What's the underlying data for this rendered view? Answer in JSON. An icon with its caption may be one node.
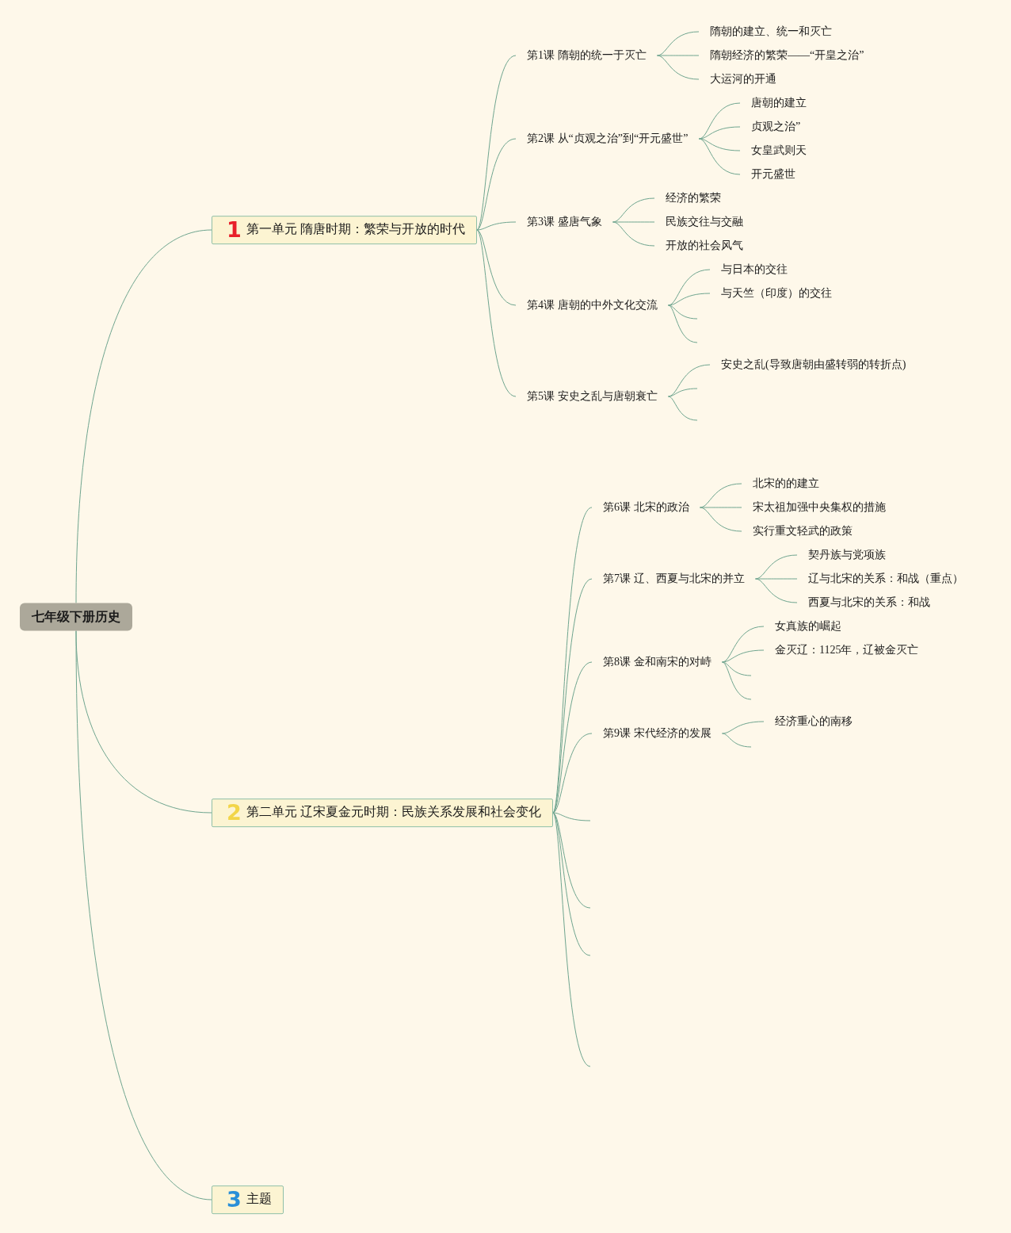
{
  "diagram": {
    "nodes": [
      {
        "text": [
          "七年级下册历史"
        ]
      },
      {
        "text": [
          "1",
          "第一单元 隋唐时期：繁荣与开放的时代"
        ]
      },
      {
        "text": [
          "第1课 隋朝的统一于灭亡"
        ]
      },
      {
        "text": [
          "隋朝的建立、统一和灭亡"
        ]
      },
      {
        "text": [
          "隋朝经济的繁荣——“开皇之治”"
        ]
      },
      {
        "text": [
          "大运河的开通"
        ]
      },
      {
        "text": [
          "第2课 从“贞观之治”到“开元盛世”"
        ]
      },
      {
        "text": [
          "唐朝的建立"
        ]
      },
      {
        "text": [
          "贞观之治”"
        ]
      },
      {
        "text": [
          "女皇武则天"
        ]
      },
      {
        "text": [
          "开元盛世"
        ]
      },
      {
        "text": [
          "第3课 盛唐气象"
        ]
      },
      {
        "text": [
          "经济的繁荣"
        ]
      },
      {
        "text": [
          "民族交往与交融"
        ]
      },
      {
        "text": [
          "开放的社会风气"
        ]
      },
      {
        "text": [
          "第4课 唐朝的中外文化交流"
        ]
      },
      {
        "text": [
          "与日本的交往"
        ]
      },
      {
        "text": [
          "与天竺（印度）的交往"
        ]
      },
      {
        "text": [
          "第5课 安史之乱与唐朝衰亡"
        ]
      },
      {
        "text": [
          "安史之乱(导致唐朝由盛转弱的转折点)"
        ]
      },
      {
        "text": [
          "2",
          "第二单元 辽宋夏金元时期：民族关系发展和社会变化"
        ]
      },
      {
        "text": [
          "第6课 北宋的政治"
        ]
      },
      {
        "text": [
          "北宋的的建立"
        ]
      },
      {
        "text": [
          "宋太祖加强中央集权的措施"
        ]
      },
      {
        "text": [
          "实行重文轻武的政策"
        ]
      },
      {
        "text": [
          "第7课 辽、西夏与北宋的并立"
        ]
      },
      {
        "text": [
          "契丹族与党项族"
        ]
      },
      {
        "text": [
          "辽与北宋的关系：和战（重点）"
        ]
      },
      {
        "text": [
          "西夏与北宋的关系：和战"
        ]
      },
      {
        "text": [
          "第8课 金和南宋的对峙"
        ]
      },
      {
        "text": [
          "女真族的崛起"
        ]
      },
      {
        "text": [
          "金灭辽：1125年，辽被金灭亡"
        ]
      },
      {
        "text": [
          "第9课 宋代经济的发展"
        ]
      },
      {
        "text": [
          "经济重心的南移"
        ]
      },
      {
        "text": [
          "3",
          "主题"
        ]
      }
    ],
    "edges": [
      {
        "from": 0,
        "to": 1,
        "arrow": "none"
      },
      {
        "from": 1,
        "to": 2,
        "arrow": "none"
      },
      {
        "from": 2,
        "to": 3,
        "arrow": "none"
      },
      {
        "from": 2,
        "to": 4,
        "arrow": "none"
      },
      {
        "from": 2,
        "to": 5,
        "arrow": "none"
      },
      {
        "from": 1,
        "to": 6,
        "arrow": "none"
      },
      {
        "from": 6,
        "to": 7,
        "arrow": "none"
      },
      {
        "from": 6,
        "to": 8,
        "arrow": "none"
      },
      {
        "from": 6,
        "to": 9,
        "arrow": "none"
      },
      {
        "from": 6,
        "to": 10,
        "arrow": "none"
      },
      {
        "from": 1,
        "to": 11,
        "arrow": "none"
      },
      {
        "from": 11,
        "to": 12,
        "arrow": "none"
      },
      {
        "from": 11,
        "to": 13,
        "arrow": "none"
      },
      {
        "from": 11,
        "to": 14,
        "arrow": "none"
      },
      {
        "from": 1,
        "to": 15,
        "arrow": "none"
      },
      {
        "from": 15,
        "to": 16,
        "arrow": "none"
      },
      {
        "from": 15,
        "to": 17,
        "arrow": "none"
      },
      {
        "from": 15,
        "to": null,
        "arrow": "none"
      },
      {
        "from": 15,
        "to": null,
        "arrow": "none"
      },
      {
        "from": 1,
        "to": 18,
        "arrow": "none"
      },
      {
        "from": 18,
        "to": 19,
        "arrow": "none"
      },
      {
        "from": 18,
        "to": null,
        "arrow": "none"
      },
      {
        "from": 18,
        "to": null,
        "arrow": "none"
      },
      {
        "from": 0,
        "to": 20,
        "arrow": "none"
      },
      {
        "from": 20,
        "to": 21,
        "arrow": "none"
      },
      {
        "from": 21,
        "to": 22,
        "arrow": "none"
      },
      {
        "from": 21,
        "to": 23,
        "arrow": "none"
      },
      {
        "from": 21,
        "to": 24,
        "arrow": "none"
      },
      {
        "from": 20,
        "to": 25,
        "arrow": "none"
      },
      {
        "from": 25,
        "to": 26,
        "arrow": "none"
      },
      {
        "from": 25,
        "to": 27,
        "arrow": "none"
      },
      {
        "from": 25,
        "to": 28,
        "arrow": "none"
      },
      {
        "from": 20,
        "to": 29,
        "arrow": "none"
      },
      {
        "from": 29,
        "to": 30,
        "arrow": "none"
      },
      {
        "from": 29,
        "to": 31,
        "arrow": "none"
      },
      {
        "from": 29,
        "to": null,
        "arrow": "none"
      },
      {
        "from": 29,
        "to": null,
        "arrow": "none"
      },
      {
        "from": 20,
        "to": 32,
        "arrow": "none"
      },
      {
        "from": 32,
        "to": 33,
        "arrow": "none"
      },
      {
        "from": 32,
        "to": null,
        "arrow": "none"
      },
      {
        "from": 20,
        "to": null,
        "arrow": "none"
      },
      {
        "from": 20,
        "to": null,
        "arrow": "none"
      },
      {
        "from": 20,
        "to": null,
        "arrow": "none"
      },
      {
        "from": 20,
        "to": null,
        "arrow": "none"
      },
      {
        "from": 0,
        "to": 34,
        "arrow": "none"
      }
    ]
  }
}
